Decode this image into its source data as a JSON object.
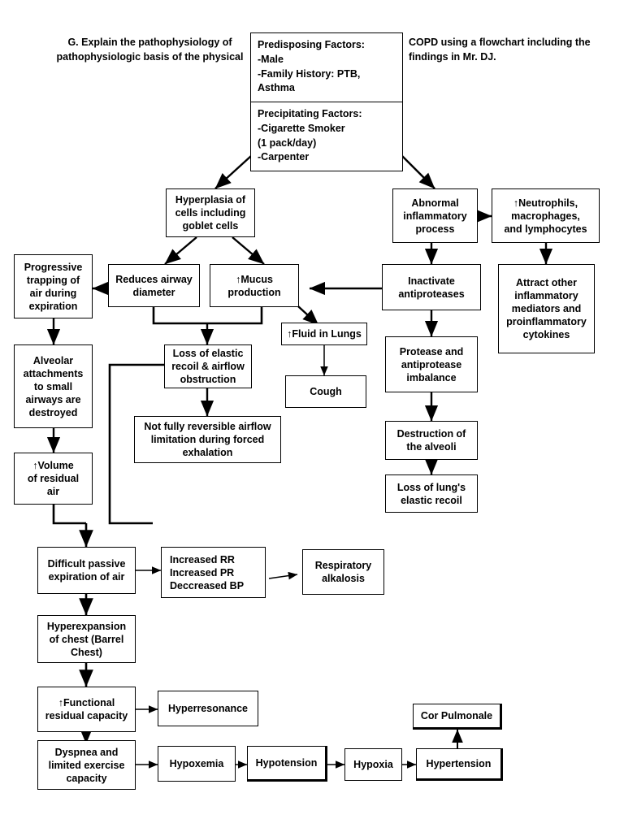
{
  "document": {
    "title": "COPD Pathophysiology Flowchart",
    "heading_left": "G. Explain the pathophysiology of\npathophysiologic basis of the physical",
    "heading_right": "COPD using a flowchart including the\nfindings in Mr. DJ."
  },
  "factors_box": {
    "predisposing": {
      "title": "Predisposing Factors:",
      "items": [
        "-Male",
        "-Family History: PTB, Asthma"
      ],
      "text": "Predisposing Factors:\n-Male\n-Family History: PTB, Asthma"
    },
    "precipitating": {
      "title": "Precipitating Factors:",
      "items": [
        "-Cigarette Smoker",
        "(1 pack/day)",
        "-Carpenter"
      ],
      "text": "Precipitating Factors:\n-Cigarette Smoker\n(1 pack/day)\n-Carpenter"
    }
  },
  "chart_data": {
    "type": "diagram",
    "diagram_kind": "flowchart",
    "title": "COPD Pathophysiology Flowchart",
    "nodes": [
      {
        "id": "factors",
        "label": "Predisposing Factors: -Male; -Family History: PTB, Asthma | Precipitating Factors: -Cigarette Smoker (1 pack/day); -Carpenter"
      },
      {
        "id": "hyperplasia",
        "label": "Hyperplasia of cells including goblet cells"
      },
      {
        "id": "abnormal",
        "label": "Abnormal inflammatory process"
      },
      {
        "id": "neutrophils",
        "label": "↑Neutrophils, macrophages, and lymphocytes"
      },
      {
        "id": "progressive",
        "label": "Progressive trapping of air during expiration"
      },
      {
        "id": "reduces",
        "label": "Reduces airway diameter"
      },
      {
        "id": "mucus",
        "label": "↑Mucus production"
      },
      {
        "id": "inactivate",
        "label": "Inactivate antiproteases"
      },
      {
        "id": "attract",
        "label": "Attract other inflammatory mediators and proinflammatory cytokines"
      },
      {
        "id": "fluid",
        "label": "↑Fluid in Lungs"
      },
      {
        "id": "alveolar",
        "label": "Alveolar attachments to small airways are destroyed"
      },
      {
        "id": "lossrecoil",
        "label": "Loss of elastic recoil & airflow obstruction"
      },
      {
        "id": "cough",
        "label": "Cough"
      },
      {
        "id": "protease",
        "label": "Protease and antiprotease imbalance"
      },
      {
        "id": "notfully",
        "label": "Not fully reversible airflow limitation during forced exhalation"
      },
      {
        "id": "destruction",
        "label": "Destruction of the alveoli"
      },
      {
        "id": "volume",
        "label": "↑Volume of residual air"
      },
      {
        "id": "losslung",
        "label": "Loss of lung's elastic recoil"
      },
      {
        "id": "difficult",
        "label": "Difficult passive expiration of air"
      },
      {
        "id": "vitals",
        "label": "Increased RR Increased PR Deccreased BP"
      },
      {
        "id": "alkalosis",
        "label": "Respiratory alkalosis"
      },
      {
        "id": "hyperexpansion",
        "label": "Hyperexpansion of chest (Barrel Chest)"
      },
      {
        "id": "frc",
        "label": "↑Functional residual capacity"
      },
      {
        "id": "hyperresonance",
        "label": "Hyperresonance"
      },
      {
        "id": "dyspnea",
        "label": "Dyspnea and limited exercise capacity"
      },
      {
        "id": "hypoxemia",
        "label": "Hypoxemia"
      },
      {
        "id": "hypotension",
        "label": "Hypotension"
      },
      {
        "id": "hypoxia",
        "label": "Hypoxia"
      },
      {
        "id": "hypertension",
        "label": "Hypertension"
      },
      {
        "id": "corpulmonale",
        "label": "Cor Pulmonale"
      }
    ],
    "edges": [
      {
        "from": "factors",
        "to": "hyperplasia"
      },
      {
        "from": "factors",
        "to": "abnormal"
      },
      {
        "from": "hyperplasia",
        "to": "reduces"
      },
      {
        "from": "hyperplasia",
        "to": "mucus"
      },
      {
        "from": "abnormal",
        "to": "neutrophils"
      },
      {
        "from": "abnormal",
        "to": "inactivate"
      },
      {
        "from": "neutrophils",
        "to": "attract"
      },
      {
        "from": "reduces",
        "to": "progressive"
      },
      {
        "from": "inactivate",
        "to": "mucus"
      },
      {
        "from": "mucus",
        "to": "fluid"
      },
      {
        "from": "fluid",
        "to": "cough"
      },
      {
        "from": "reduces",
        "to": "lossrecoil"
      },
      {
        "from": "mucus",
        "to": "lossrecoil"
      },
      {
        "from": "progressive",
        "to": "alveolar"
      },
      {
        "from": "alveolar",
        "to": "volume"
      },
      {
        "from": "lossrecoil",
        "to": "notfully"
      },
      {
        "from": "inactivate",
        "to": "protease"
      },
      {
        "from": "protease",
        "to": "destruction"
      },
      {
        "from": "destruction",
        "to": "losslung"
      },
      {
        "from": "volume",
        "to": "difficult"
      },
      {
        "from": "lossrecoil",
        "to": "difficult"
      },
      {
        "from": "difficult",
        "to": "vitals"
      },
      {
        "from": "vitals",
        "to": "alkalosis"
      },
      {
        "from": "difficult",
        "to": "hyperexpansion"
      },
      {
        "from": "hyperexpansion",
        "to": "frc"
      },
      {
        "from": "frc",
        "to": "hyperresonance"
      },
      {
        "from": "frc",
        "to": "dyspnea"
      },
      {
        "from": "dyspnea",
        "to": "hypoxemia"
      },
      {
        "from": "hypoxemia",
        "to": "hypotension"
      },
      {
        "from": "hypotension",
        "to": "hypoxia"
      },
      {
        "from": "hypoxia",
        "to": "hypertension"
      },
      {
        "from": "hypertension",
        "to": "corpulmonale"
      }
    ]
  },
  "nodes": {
    "hyperplasia": "Hyperplasia of\ncells including\ngoblet cells",
    "abnormal": "Abnormal\ninflammatory\nprocess",
    "neutrophils": "↑Neutrophils,\nmacrophages,\nand lymphocytes",
    "progressive": "Progressive\ntrapping of\nair during\nexpiration",
    "reduces": "Reduces airway\ndiameter",
    "mucus": "↑Mucus\nproduction",
    "inactivate": "Inactivate\nantiproteases",
    "attract": "Attract other\ninflammatory\nmediators and\nproinflammatory\ncytokines",
    "fluid": "↑Fluid in Lungs",
    "alveolar": "Alveolar\nattachments\nto small\nairways are\ndestroyed",
    "lossrecoil": "Loss of elastic\nrecoil & airflow\nobstruction",
    "cough": "Cough",
    "protease": "Protease and\nantiprotease\nimbalance",
    "notfully": "Not fully reversible airflow\nlimitation during forced\nexhalation",
    "destruction": "Destruction of\nthe alveoli",
    "volume": "↑Volume\nof residual\nair",
    "losslung": "Loss of lung's\nelastic recoil",
    "difficult": "Difficult passive\nexpiration of air",
    "vitals": "Increased RR\nIncreased PR\nDeccreased BP",
    "alkalosis": "Respiratory\nalkalosis",
    "hyperexpansion": "Hyperexpansion\nof chest (Barrel\nChest)",
    "frc": "↑Functional\nresidual capacity",
    "hyperresonance": "Hyperresonance",
    "dyspnea": "Dyspnea and\nlimited exercise\ncapacity",
    "hypoxemia": "Hypoxemia",
    "hypotension": "Hypotension",
    "hypoxia": "Hypoxia",
    "hypertension": "Hypertension",
    "corpulmonale": "Cor Pulmonale"
  },
  "colors": {
    "background": "#ffffff",
    "stroke": "#000000",
    "text": "#000000"
  }
}
